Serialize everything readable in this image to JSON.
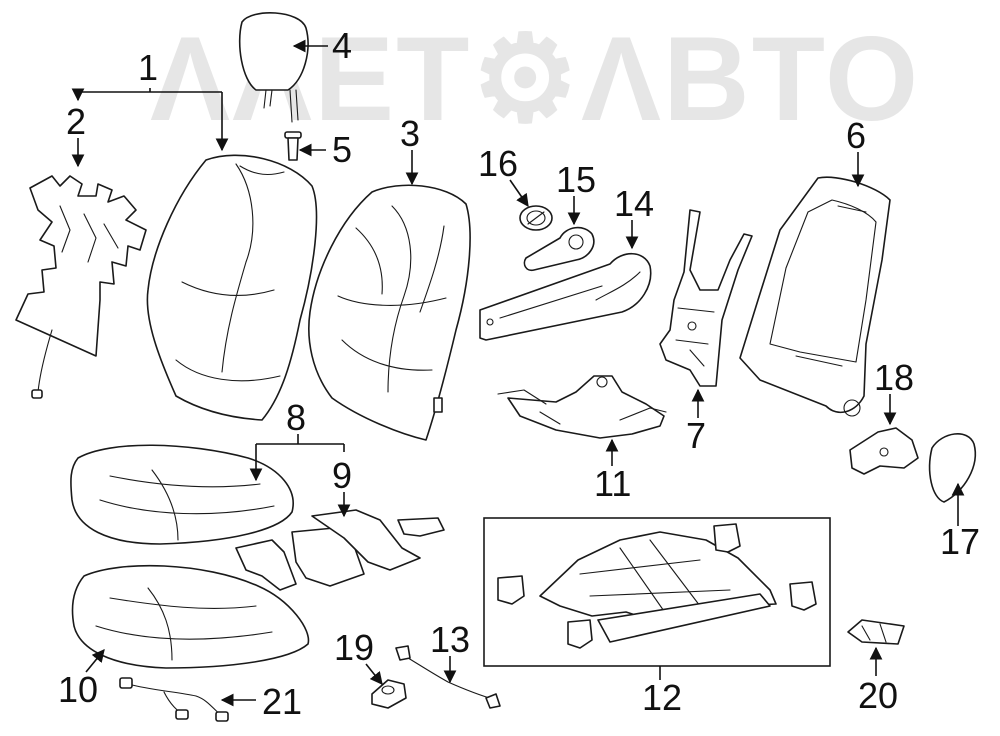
{
  "watermark": "ΛΛΕΤ⚙ΛΒΤΟ",
  "callouts": {
    "p1": "1",
    "p2": "2",
    "p3": "3",
    "p4": "4",
    "p5": "5",
    "p6": "6",
    "p7": "7",
    "p8": "8",
    "p9": "9",
    "p10": "10",
    "p11": "11",
    "p12": "12",
    "p13": "13",
    "p14": "14",
    "p15": "15",
    "p16": "16",
    "p17": "17",
    "p18": "18",
    "p19": "19",
    "p20": "20",
    "p21": "21"
  }
}
